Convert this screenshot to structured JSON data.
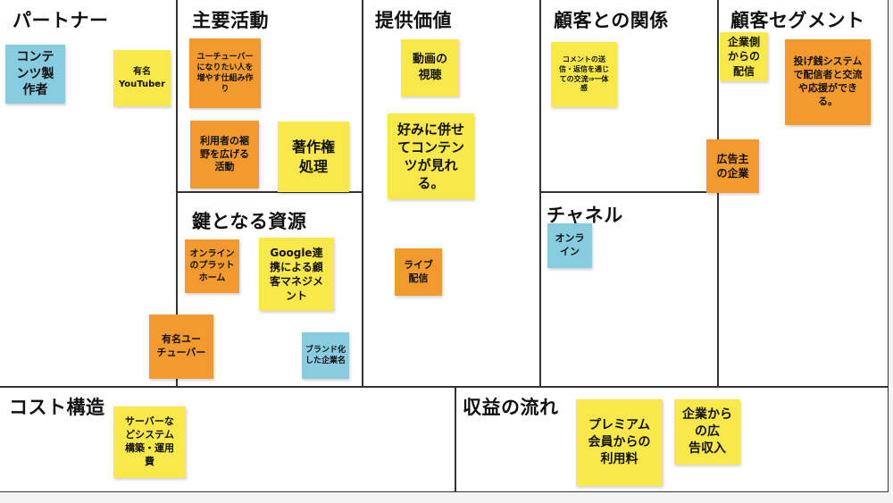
{
  "colors": {
    "yellow": "#f9e84a",
    "orange": "#f29a2e",
    "blue": "#88cce0",
    "line": "#333333"
  },
  "sections": {
    "partners": "パートナー",
    "key_activities": "主要活動",
    "key_resources": "鍵となる資源",
    "value_propositions": "提供価値",
    "customer_relationships": "顧客との関係",
    "channels": "チャネル",
    "customer_segments": "顧客セグメント",
    "cost_structure": "コスト構造",
    "revenue_streams": "収益の流れ"
  },
  "notes": {
    "content_creators": "コンテ\nンツ製\n作者",
    "famous_youtuber": "有名\nYouTuber",
    "youtuber_growth": "ユーチューバー\nになりたい人を\n増やす仕組み作\nり",
    "expand_view": "利用者の裾\n野を広げる\n活動",
    "copyright": "著作権\n処理",
    "online_platform": "オンライン\nのプラット\nホーム",
    "google_management": "Google連\n携による顧\n客マネジメ\nント",
    "famous_youtuber_2": "有名ユー\nチューバー",
    "brand_company": "ブランド化\nした企業名",
    "video_viewing": "動画の\n視聴",
    "content_choice": "好みに併せ\nてコンテン\nツが見れ\nる。",
    "live_stream": "ライブ\n配信",
    "comment_exchange": "コメントの送\n信・返信を通じ\nての交流⇒一体\n感",
    "online_channel": "オンラ\nイン",
    "company_stream": "企業側\nからの\n配信",
    "tipping_system": "投げ銭システム\nで配信者と交流\nや応援ができ\nる。",
    "advertisers": "広告主\nの企業",
    "server_cost": "サーバーな\nどシステム\n構築・運用\n費",
    "premium_fee": "プレミアム\n会員からの\n利用料",
    "ad_revenue": "企業から\nの広\n告収入"
  }
}
